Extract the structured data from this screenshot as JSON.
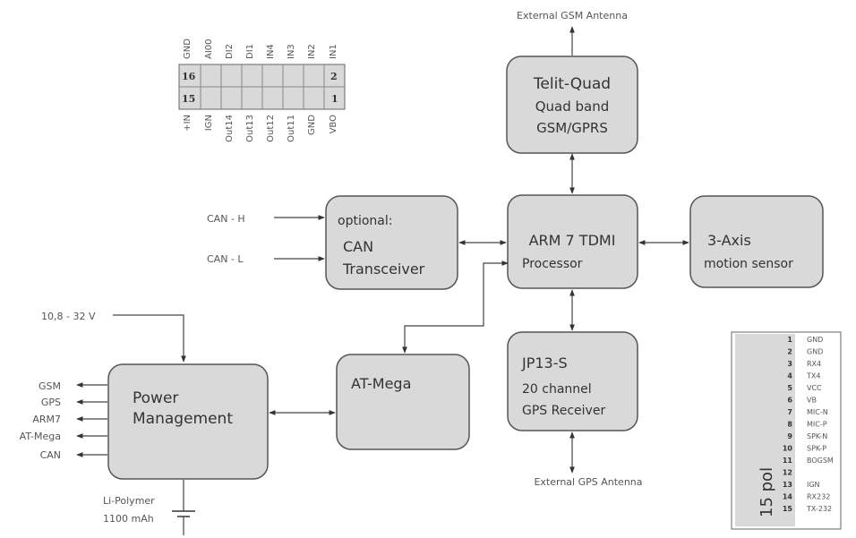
{
  "antennas": {
    "gsm": "External GSM Antenna",
    "gps": "External GPS Antenna"
  },
  "blocks": {
    "telit": [
      "Telit-Quad",
      "Quad band",
      "GSM/GPRS"
    ],
    "arm": [
      "ARM 7 TDMI",
      "Processor"
    ],
    "motion": [
      "3-Axis",
      "motion sensor"
    ],
    "can": [
      "optional:",
      "CAN",
      "Transceiver"
    ],
    "atmega": [
      "AT-Mega"
    ],
    "gpsrx": [
      "JP13-S",
      "20 channel",
      "GPS Receiver"
    ],
    "power": [
      "Power",
      "Management"
    ]
  },
  "can_inputs": [
    "CAN - H",
    "CAN - L"
  ],
  "supply": "10,8 - 32 V",
  "power_outputs": [
    "GSM",
    "GPS",
    "ARM7",
    "AT-Mega",
    "CAN"
  ],
  "battery": [
    "Li-Polymer",
    "1100 mAh"
  ],
  "connector16": {
    "top_labels": [
      "GND",
      "AI00",
      "DI2",
      "DI1",
      "IN4",
      "IN3",
      "IN2",
      "IN1"
    ],
    "bottom_labels": [
      "+IN",
      "IGN",
      "Out14",
      "Out13",
      "Out12",
      "Out11",
      "GND",
      "VBO"
    ],
    "row_top": [
      "16",
      "2"
    ],
    "row_bottom": [
      "15",
      "1"
    ]
  },
  "connector15": {
    "label": "15 pol",
    "pins": [
      {
        "n": "1",
        "name": "GND"
      },
      {
        "n": "2",
        "name": "GND"
      },
      {
        "n": "3",
        "name": "RX4"
      },
      {
        "n": "4",
        "name": "TX4"
      },
      {
        "n": "5",
        "name": "VCC"
      },
      {
        "n": "6",
        "name": "VB"
      },
      {
        "n": "7",
        "name": "MIC-N"
      },
      {
        "n": "8",
        "name": "MIC-P"
      },
      {
        "n": "9",
        "name": "SPK-N"
      },
      {
        "n": "10",
        "name": "SPK-P"
      },
      {
        "n": "11",
        "name": "BOGSM"
      },
      {
        "n": "12",
        "name": ""
      },
      {
        "n": "13",
        "name": "IGN"
      },
      {
        "n": "14",
        "name": "RX232"
      },
      {
        "n": "15",
        "name": "TX-232"
      }
    ]
  }
}
